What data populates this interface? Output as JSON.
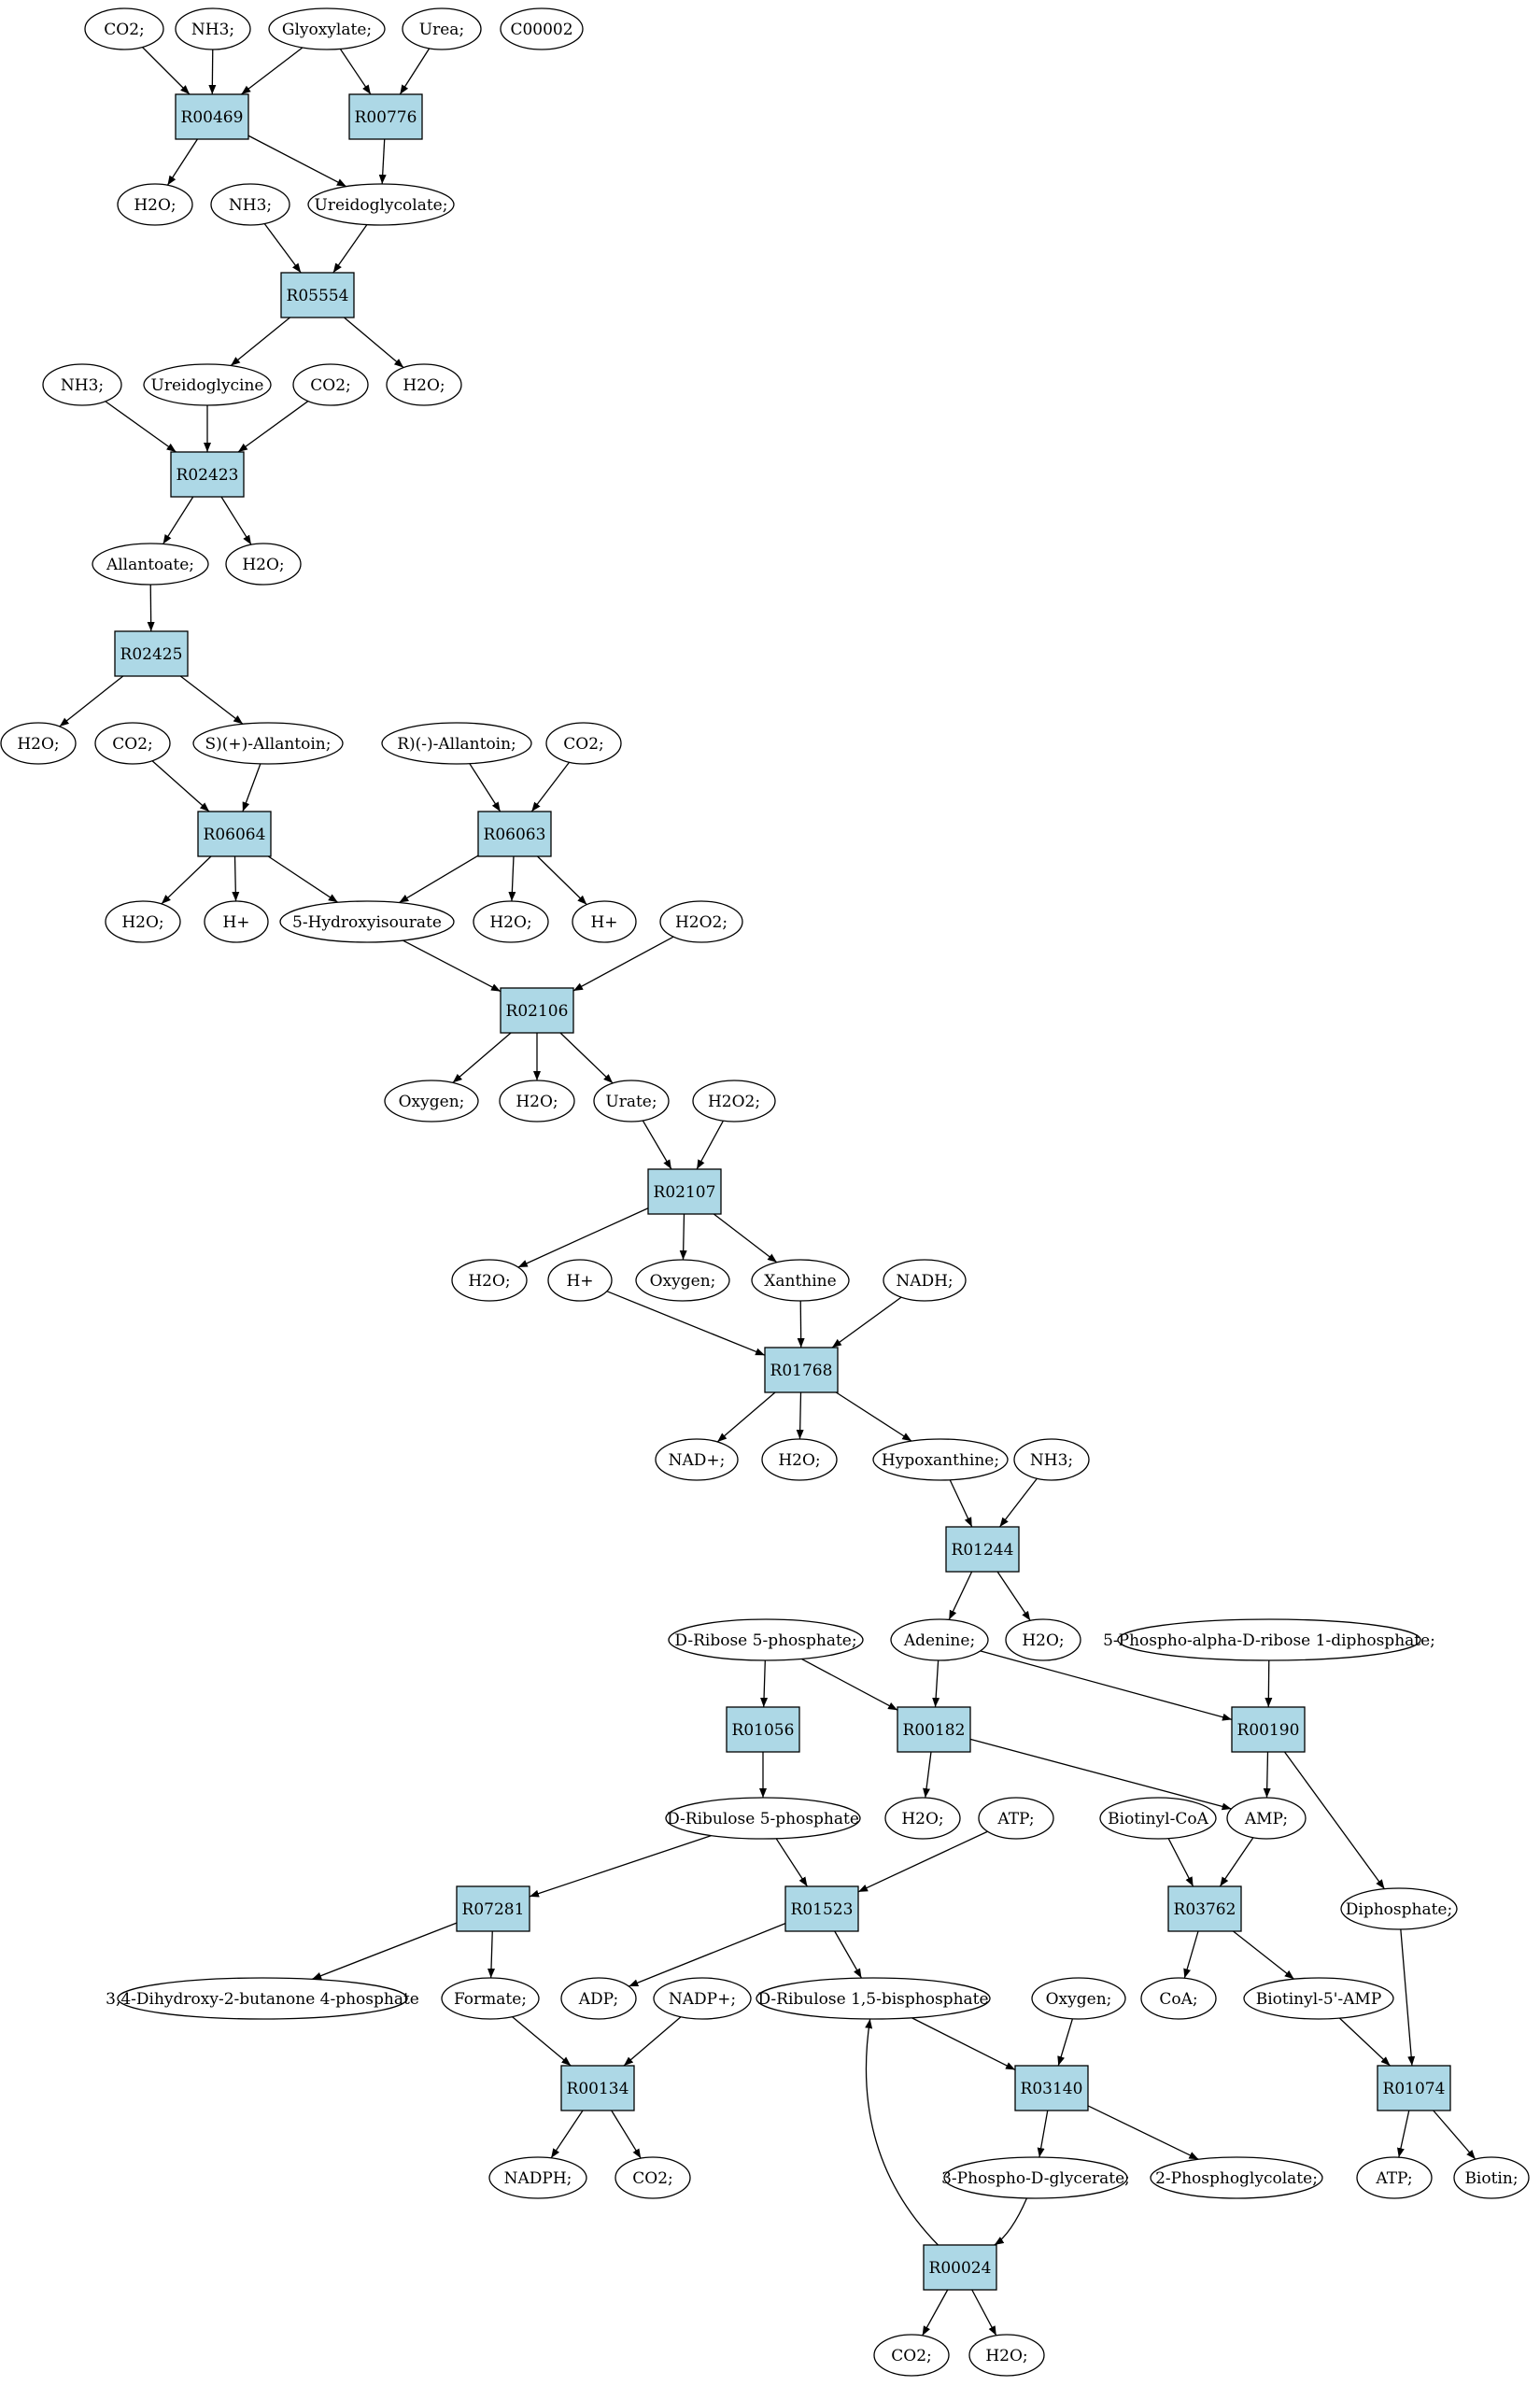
{
  "colors": {
    "background": "#ffffff",
    "reaction_fill": "#add8e6",
    "metabolite_fill": "#ffffff",
    "highlight_yellow": "#ffff00",
    "highlight_green": "#00ff00",
    "stroke": "#000000"
  },
  "nodes": [
    {
      "id": "co2_1",
      "kind": "metabolite",
      "label": "CO2;"
    },
    {
      "id": "nh3_1",
      "kind": "metabolite",
      "label": "NH3;"
    },
    {
      "id": "glyox",
      "kind": "metabolite",
      "label": "Glyoxylate;"
    },
    {
      "id": "urea",
      "kind": "metabolite",
      "label": "Urea;"
    },
    {
      "id": "c00002",
      "kind": "metabolite",
      "label": "C00002",
      "fill": "#ffff00"
    },
    {
      "id": "r00469",
      "kind": "reaction",
      "label": "R00469"
    },
    {
      "id": "r00776",
      "kind": "reaction",
      "label": "R00776"
    },
    {
      "id": "h2o_1",
      "kind": "metabolite",
      "label": "H2O;"
    },
    {
      "id": "nh3_2",
      "kind": "metabolite",
      "label": "NH3;"
    },
    {
      "id": "ureidoglycolate",
      "kind": "metabolite",
      "label": "Ureidoglycolate;"
    },
    {
      "id": "r05554",
      "kind": "reaction",
      "label": "R05554"
    },
    {
      "id": "nh3_3",
      "kind": "metabolite",
      "label": "NH3;"
    },
    {
      "id": "ureidoglycine",
      "kind": "metabolite",
      "label": "Ureidoglycine"
    },
    {
      "id": "co2_2",
      "kind": "metabolite",
      "label": "CO2;"
    },
    {
      "id": "h2o_2",
      "kind": "metabolite",
      "label": "H2O;"
    },
    {
      "id": "r02423",
      "kind": "reaction",
      "label": "R02423"
    },
    {
      "id": "allantoate",
      "kind": "metabolite",
      "label": "Allantoate;"
    },
    {
      "id": "h2o_3",
      "kind": "metabolite",
      "label": "H2O;"
    },
    {
      "id": "r02425",
      "kind": "reaction",
      "label": "R02425"
    },
    {
      "id": "h2o_4",
      "kind": "metabolite",
      "label": "H2O;"
    },
    {
      "id": "co2_3",
      "kind": "metabolite",
      "label": "CO2;"
    },
    {
      "id": "s_allantoin",
      "kind": "metabolite",
      "label": "S)(+)-Allantoin;"
    },
    {
      "id": "r_allantoin",
      "kind": "metabolite",
      "label": "R)(-)-Allantoin;"
    },
    {
      "id": "co2_4",
      "kind": "metabolite",
      "label": "CO2;"
    },
    {
      "id": "r06064",
      "kind": "reaction",
      "label": "R06064"
    },
    {
      "id": "r06063",
      "kind": "reaction",
      "label": "R06063"
    },
    {
      "id": "h2o_5",
      "kind": "metabolite",
      "label": "H2O;"
    },
    {
      "id": "hplus_1",
      "kind": "metabolite",
      "label": "H+"
    },
    {
      "id": "hydroxyisourate",
      "kind": "metabolite",
      "label": "5-Hydroxyisourate"
    },
    {
      "id": "h2o_6",
      "kind": "metabolite",
      "label": "H2O;"
    },
    {
      "id": "hplus_2",
      "kind": "metabolite",
      "label": "H+"
    },
    {
      "id": "h2o2_1",
      "kind": "metabolite",
      "label": "H2O2;"
    },
    {
      "id": "r02106",
      "kind": "reaction",
      "label": "R02106"
    },
    {
      "id": "oxygen_1",
      "kind": "metabolite",
      "label": "Oxygen;"
    },
    {
      "id": "h2o_7",
      "kind": "metabolite",
      "label": "H2O;"
    },
    {
      "id": "urate",
      "kind": "metabolite",
      "label": "Urate;"
    },
    {
      "id": "h2o2_2",
      "kind": "metabolite",
      "label": "H2O2;"
    },
    {
      "id": "r02107",
      "kind": "reaction",
      "label": "R02107"
    },
    {
      "id": "h2o_8",
      "kind": "metabolite",
      "label": "H2O;"
    },
    {
      "id": "hplus_3",
      "kind": "metabolite",
      "label": "H+"
    },
    {
      "id": "oxygen_2",
      "kind": "metabolite",
      "label": "Oxygen;"
    },
    {
      "id": "xanthine",
      "kind": "metabolite",
      "label": "Xanthine"
    },
    {
      "id": "nadh",
      "kind": "metabolite",
      "label": "NADH;"
    },
    {
      "id": "r01768",
      "kind": "reaction",
      "label": "R01768"
    },
    {
      "id": "nadplus",
      "kind": "metabolite",
      "label": "NAD+;"
    },
    {
      "id": "h2o_9",
      "kind": "metabolite",
      "label": "H2O;"
    },
    {
      "id": "hypoxanthine",
      "kind": "metabolite",
      "label": "Hypoxanthine;"
    },
    {
      "id": "nh3_4",
      "kind": "metabolite",
      "label": "NH3;"
    },
    {
      "id": "r01244",
      "kind": "reaction",
      "label": "R01244"
    },
    {
      "id": "ribose5p",
      "kind": "metabolite",
      "label": "D-Ribose 5-phosphate;",
      "fill": "#00ff00"
    },
    {
      "id": "adenine",
      "kind": "metabolite",
      "label": "Adenine;"
    },
    {
      "id": "h2o_10",
      "kind": "metabolite",
      "label": "H2O;"
    },
    {
      "id": "prpp",
      "kind": "metabolite",
      "label": "5-Phospho-alpha-D-ribose 1-diphosphate;"
    },
    {
      "id": "r01056",
      "kind": "reaction",
      "label": "R01056"
    },
    {
      "id": "r00182",
      "kind": "reaction",
      "label": "R00182"
    },
    {
      "id": "r00190",
      "kind": "reaction",
      "label": "R00190"
    },
    {
      "id": "ribulose5p",
      "kind": "metabolite",
      "label": "D-Ribulose 5-phosphate"
    },
    {
      "id": "h2o_11",
      "kind": "metabolite",
      "label": "H2O;"
    },
    {
      "id": "atp_1",
      "kind": "metabolite",
      "label": "ATP;"
    },
    {
      "id": "biotinylcoa",
      "kind": "metabolite",
      "label": "Biotinyl-CoA"
    },
    {
      "id": "amp",
      "kind": "metabolite",
      "label": "AMP;"
    },
    {
      "id": "r07281",
      "kind": "reaction",
      "label": "R07281"
    },
    {
      "id": "r01523",
      "kind": "reaction",
      "label": "R01523"
    },
    {
      "id": "r03762",
      "kind": "reaction",
      "label": "R03762"
    },
    {
      "id": "diphosphate",
      "kind": "metabolite",
      "label": "Diphosphate;"
    },
    {
      "id": "dhbp",
      "kind": "metabolite",
      "label": "3,4-Dihydroxy-2-butanone 4-phosphate"
    },
    {
      "id": "formate",
      "kind": "metabolite",
      "label": "Formate;"
    },
    {
      "id": "adp",
      "kind": "metabolite",
      "label": "ADP;"
    },
    {
      "id": "nadpplus",
      "kind": "metabolite",
      "label": "NADP+;"
    },
    {
      "id": "rubp",
      "kind": "metabolite",
      "label": "D-Ribulose 1,5-bisphosphate"
    },
    {
      "id": "oxygen_3",
      "kind": "metabolite",
      "label": "Oxygen;"
    },
    {
      "id": "coa",
      "kind": "metabolite",
      "label": "CoA;"
    },
    {
      "id": "biotinyl5amp",
      "kind": "metabolite",
      "label": "Biotinyl-5'-AMP"
    },
    {
      "id": "r00134",
      "kind": "reaction",
      "label": "R00134"
    },
    {
      "id": "r03140",
      "kind": "reaction",
      "label": "R03140"
    },
    {
      "id": "r01074",
      "kind": "reaction",
      "label": "R01074"
    },
    {
      "id": "nadph",
      "kind": "metabolite",
      "label": "NADPH;"
    },
    {
      "id": "co2_5",
      "kind": "metabolite",
      "label": "CO2;"
    },
    {
      "id": "pga3",
      "kind": "metabolite",
      "label": "3-Phospho-D-glycerate;"
    },
    {
      "id": "pglycolate",
      "kind": "metabolite",
      "label": "2-Phosphoglycolate;"
    },
    {
      "id": "atp_2",
      "kind": "metabolite",
      "label": "ATP;"
    },
    {
      "id": "biotin",
      "kind": "metabolite",
      "label": "Biotin;"
    },
    {
      "id": "r00024",
      "kind": "reaction",
      "label": "R00024"
    },
    {
      "id": "co2_6",
      "kind": "metabolite",
      "label": "CO2;"
    },
    {
      "id": "h2o_12",
      "kind": "metabolite",
      "label": "H2O;"
    }
  ],
  "edges": [
    [
      "co2_1",
      "r00469"
    ],
    [
      "nh3_1",
      "r00469"
    ],
    [
      "glyox",
      "r00469"
    ],
    [
      "glyox",
      "r00776"
    ],
    [
      "urea",
      "r00776"
    ],
    [
      "r00469",
      "h2o_1"
    ],
    [
      "r00469",
      "ureidoglycolate"
    ],
    [
      "r00776",
      "ureidoglycolate"
    ],
    [
      "nh3_2",
      "r05554"
    ],
    [
      "ureidoglycolate",
      "r05554"
    ],
    [
      "r05554",
      "ureidoglycine"
    ],
    [
      "r05554",
      "h2o_2"
    ],
    [
      "nh3_3",
      "r02423"
    ],
    [
      "ureidoglycine",
      "r02423"
    ],
    [
      "co2_2",
      "r02423"
    ],
    [
      "r02423",
      "allantoate"
    ],
    [
      "r02423",
      "h2o_3"
    ],
    [
      "allantoate",
      "r02425"
    ],
    [
      "r02425",
      "h2o_4"
    ],
    [
      "r02425",
      "s_allantoin"
    ],
    [
      "co2_3",
      "r06064"
    ],
    [
      "s_allantoin",
      "r06064"
    ],
    [
      "r_allantoin",
      "r06063"
    ],
    [
      "co2_4",
      "r06063"
    ],
    [
      "r06064",
      "h2o_5"
    ],
    [
      "r06064",
      "hplus_1"
    ],
    [
      "r06064",
      "hydroxyisourate"
    ],
    [
      "r06063",
      "hydroxyisourate"
    ],
    [
      "r06063",
      "h2o_6"
    ],
    [
      "r06063",
      "hplus_2"
    ],
    [
      "hydroxyisourate",
      "r02106"
    ],
    [
      "h2o2_1",
      "r02106"
    ],
    [
      "r02106",
      "oxygen_1"
    ],
    [
      "r02106",
      "h2o_7"
    ],
    [
      "r02106",
      "urate"
    ],
    [
      "urate",
      "r02107"
    ],
    [
      "h2o2_2",
      "r02107"
    ],
    [
      "r02107",
      "h2o_8"
    ],
    [
      "r02107",
      "oxygen_2"
    ],
    [
      "r02107",
      "xanthine"
    ],
    [
      "hplus_3",
      "r01768"
    ],
    [
      "xanthine",
      "r01768"
    ],
    [
      "nadh",
      "r01768"
    ],
    [
      "r01768",
      "nadplus"
    ],
    [
      "r01768",
      "h2o_9"
    ],
    [
      "r01768",
      "hypoxanthine"
    ],
    [
      "hypoxanthine",
      "r01244"
    ],
    [
      "nh3_4",
      "r01244"
    ],
    [
      "r01244",
      "adenine"
    ],
    [
      "r01244",
      "h2o_10"
    ],
    [
      "ribose5p",
      "r01056"
    ],
    [
      "ribose5p",
      "r00182"
    ],
    [
      "adenine",
      "r00182"
    ],
    [
      "adenine",
      "r00190"
    ],
    [
      "prpp",
      "r00190"
    ],
    [
      "r01056",
      "ribulose5p"
    ],
    [
      "r00182",
      "h2o_11"
    ],
    [
      "r00182",
      "amp"
    ],
    [
      "r00190",
      "amp"
    ],
    [
      "r00190",
      "diphosphate"
    ],
    [
      "ribulose5p",
      "r07281"
    ],
    [
      "ribulose5p",
      "r01523"
    ],
    [
      "atp_1",
      "r01523"
    ],
    [
      "biotinylcoa",
      "r03762"
    ],
    [
      "amp",
      "r03762"
    ],
    [
      "r07281",
      "dhbp"
    ],
    [
      "r07281",
      "formate"
    ],
    [
      "r01523",
      "adp"
    ],
    [
      "r01523",
      "rubp"
    ],
    [
      "r03762",
      "coa"
    ],
    [
      "r03762",
      "biotinyl5amp"
    ],
    [
      "formate",
      "r00134"
    ],
    [
      "nadpplus",
      "r00134"
    ],
    [
      "rubp",
      "r03140"
    ],
    [
      "oxygen_3",
      "r03140"
    ],
    [
      "biotinyl5amp",
      "r01074"
    ],
    [
      "diphosphate",
      "r01074"
    ],
    [
      "r00134",
      "nadph"
    ],
    [
      "r00134",
      "co2_5"
    ],
    [
      "r03140",
      "pga3"
    ],
    [
      "r03140",
      "pglycolate"
    ],
    [
      "r01074",
      "atp_2"
    ],
    [
      "r01074",
      "biotin"
    ],
    [
      "pga3",
      "r00024"
    ],
    [
      "r00024",
      "rubp"
    ],
    [
      "r00024",
      "co2_6"
    ],
    [
      "r00024",
      "h2o_12"
    ]
  ]
}
